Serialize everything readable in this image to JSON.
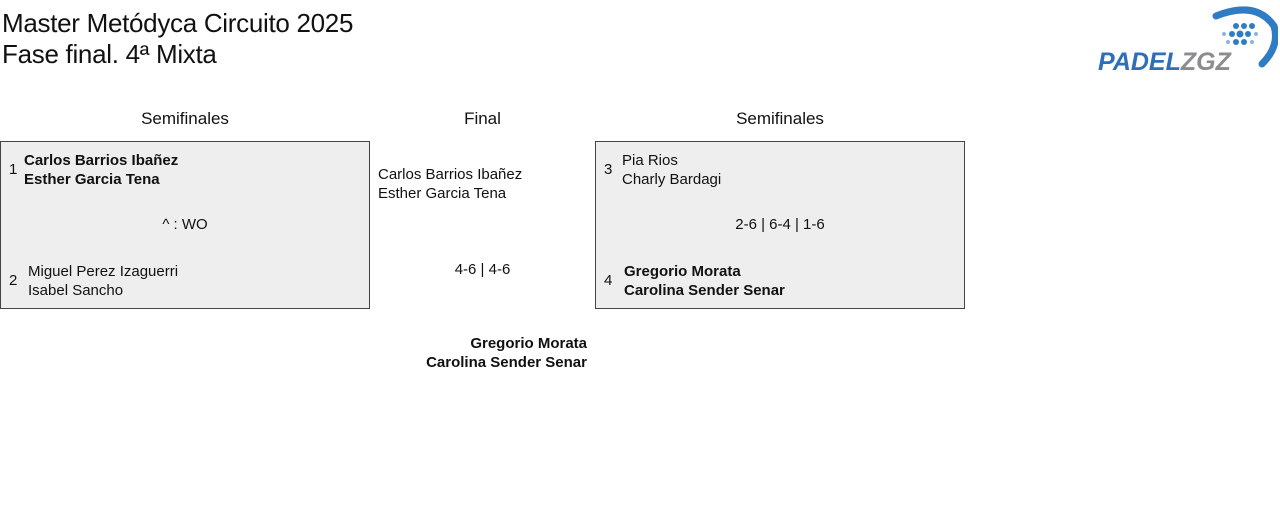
{
  "header": {
    "title_line1": "Master Metódyca Circuito 2025",
    "title_line2": "Fase final. 4ª Mixta",
    "logo_text": "PADELZGZ"
  },
  "columns": {
    "left": "Semifinales",
    "center": "Final",
    "right": "Semifinales"
  },
  "semi1": {
    "seed_a": "1",
    "team_a": [
      "Carlos Barrios Ibañez",
      "Esther Garcia Tena"
    ],
    "score": "^ : WO",
    "seed_b": "2",
    "team_b": [
      "Miguel Perez Izaguerri",
      "Isabel Sancho"
    ]
  },
  "semi2": {
    "seed_a": "3",
    "team_a": [
      "Pia Rios",
      "Charly Bardagi"
    ],
    "score": "2-6 | 6-4 | 1-6",
    "seed_b": "4",
    "team_b": [
      "Gregorio Morata",
      "Carolina Sender Senar"
    ]
  },
  "final": {
    "team_a": [
      "Carlos Barrios Ibañez",
      "Esther Garcia Tena"
    ],
    "score": "4-6 | 4-6",
    "winner": [
      "Gregorio Morata",
      "Carolina Sender Senar"
    ]
  }
}
